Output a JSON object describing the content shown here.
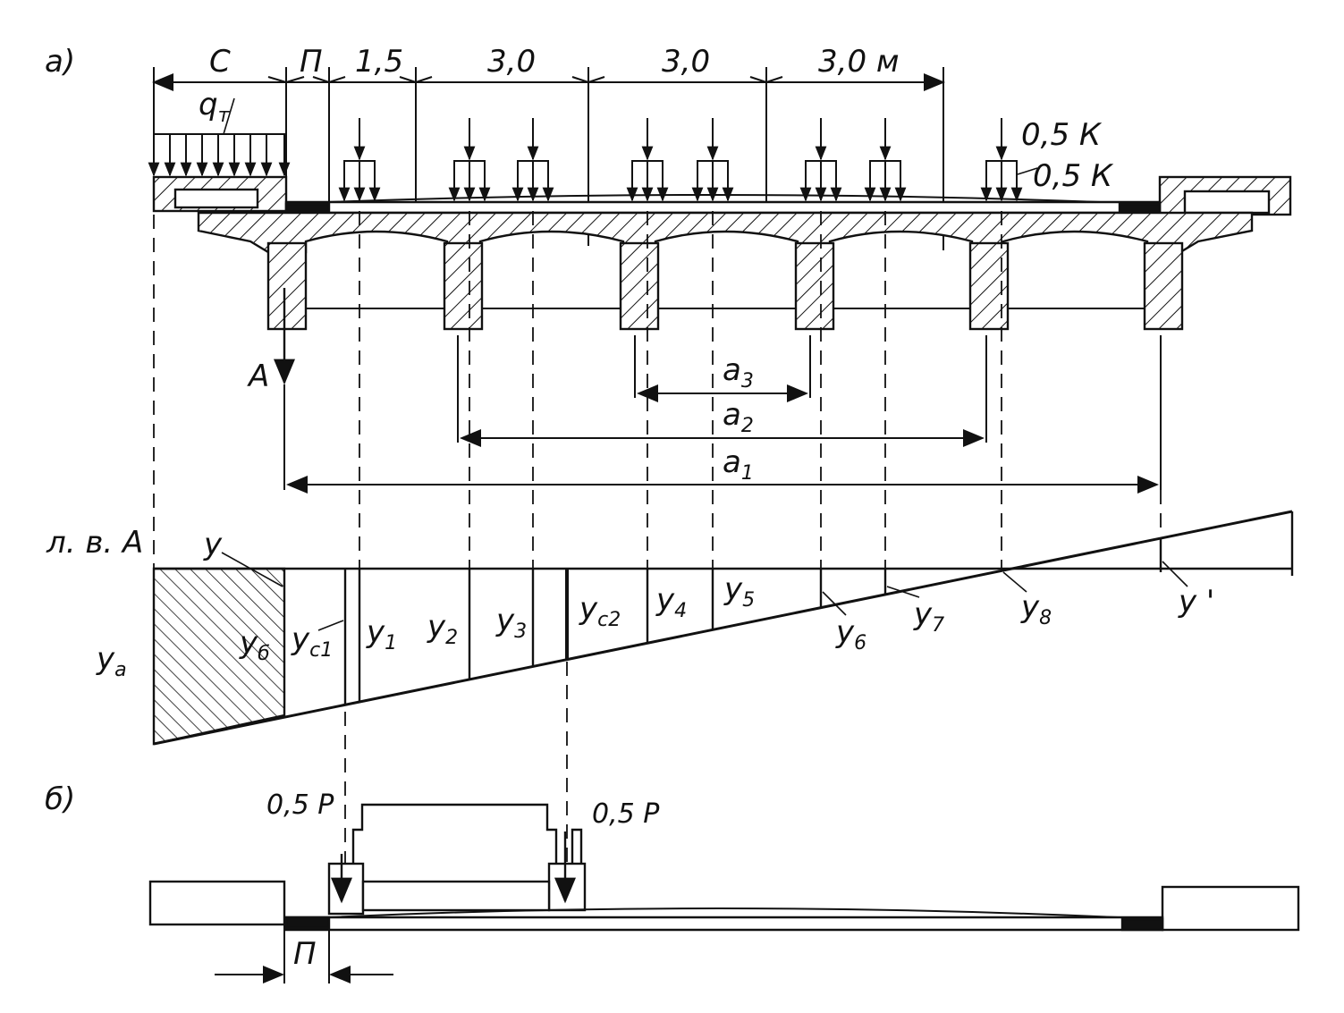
{
  "panel_a": {
    "label": "а)",
    "dims": {
      "c": "С",
      "p": "П",
      "d1": "1,5",
      "d2": "3,0",
      "d3": "3,0",
      "d4": "3,0 м"
    },
    "load_q": "q",
    "load_q_sub": "т",
    "load_k1": "0,5 К",
    "load_k2": "0,5 К",
    "reaction": "А",
    "a3": "a",
    "a3_sub": "3",
    "a2": "a",
    "a2_sub": "2",
    "a1": "a",
    "a1_sub": "1"
  },
  "influence_line": {
    "title": "л. в. А",
    "ya": "у",
    "ya_sub": "а",
    "y": "у",
    "yb": "у",
    "yb_sub": "б",
    "yc1": "у",
    "yc1_sub": "с1",
    "y1": "у",
    "y1_sub": "1",
    "y2": "у",
    "y2_sub": "2",
    "y3": "у",
    "y3_sub": "3",
    "yc2": "у",
    "yc2_sub": "с2",
    "y4": "у",
    "y4_sub": "4",
    "y5": "у",
    "y5_sub": "5",
    "y6": "у",
    "y6_sub": "6",
    "y7": "у",
    "y7_sub": "7",
    "y8": "у",
    "y8_sub": "8",
    "yprime": "у '"
  },
  "panel_b": {
    "label": "б)",
    "p_left": "0,5 Р",
    "p_right": "0,5 Р",
    "p": "П"
  }
}
